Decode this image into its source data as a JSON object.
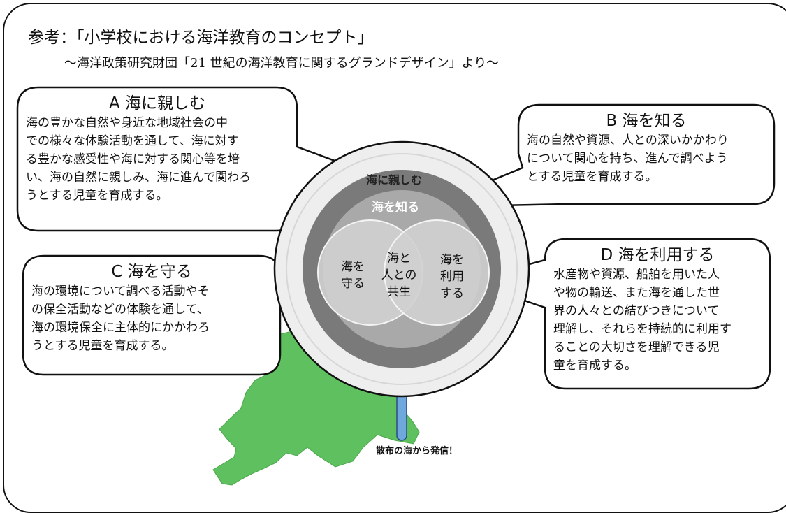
{
  "title": "参考：「小学校における海洋教育のコンセプト」",
  "subtitle": "～海洋政策研究財団「21 世紀の海洋教育に関するグランドデザイン」より～",
  "callouts": {
    "a": {
      "heading": "A 海に親しむ",
      "lines": [
        "海の豊かな自然や身近な地域社会の中",
        "での様々な体験活動を通して、海に対す",
        "る豊かな感受性や海に対する関心等を培",
        "い、海の自然に親しみ、海に進んで関わろ",
        "うとする児童を育成する。"
      ]
    },
    "b": {
      "heading": "B 海を知る",
      "lines": [
        "海の自然や資源、人との深いかかわり",
        "について関心を持ち、進んで調べよう",
        "とする児童を育成する。"
      ]
    },
    "c": {
      "heading": "C 海を守る",
      "lines": [
        "海の環境について調べる活動やそ",
        "の保全活動などの体験を通して、",
        "海の環境保全に主体的にかかわろ",
        "うとする児童を育成する。"
      ]
    },
    "d": {
      "heading": "D 海を利用する",
      "lines": [
        "水産物や資源、船舶を用いた人",
        "や物の輸送、また海を通した世",
        "界の人々との結びつきについて",
        "理解し、それらを持続的に利用す",
        "ることの大切さを理解できる児",
        "童を育成する。"
      ]
    }
  },
  "diagram": {
    "outer_ring": "海に親しむ",
    "middle_ring": "海を知る",
    "venn_left": [
      "海を",
      "守る"
    ],
    "venn_center": [
      "海と",
      "人との",
      "共生"
    ],
    "venn_right": [
      "海を",
      "利用",
      "する"
    ]
  },
  "caption": "散布の海から発信！",
  "colors": {
    "map_green": "#5fc05f",
    "outer_ring": "#eeeeee",
    "middle_ring": "#7a7a7a",
    "inner_disk": "#a9a9a9",
    "venn_fill": "#d0d0d0",
    "stem_blue": "#6fa8dc"
  }
}
